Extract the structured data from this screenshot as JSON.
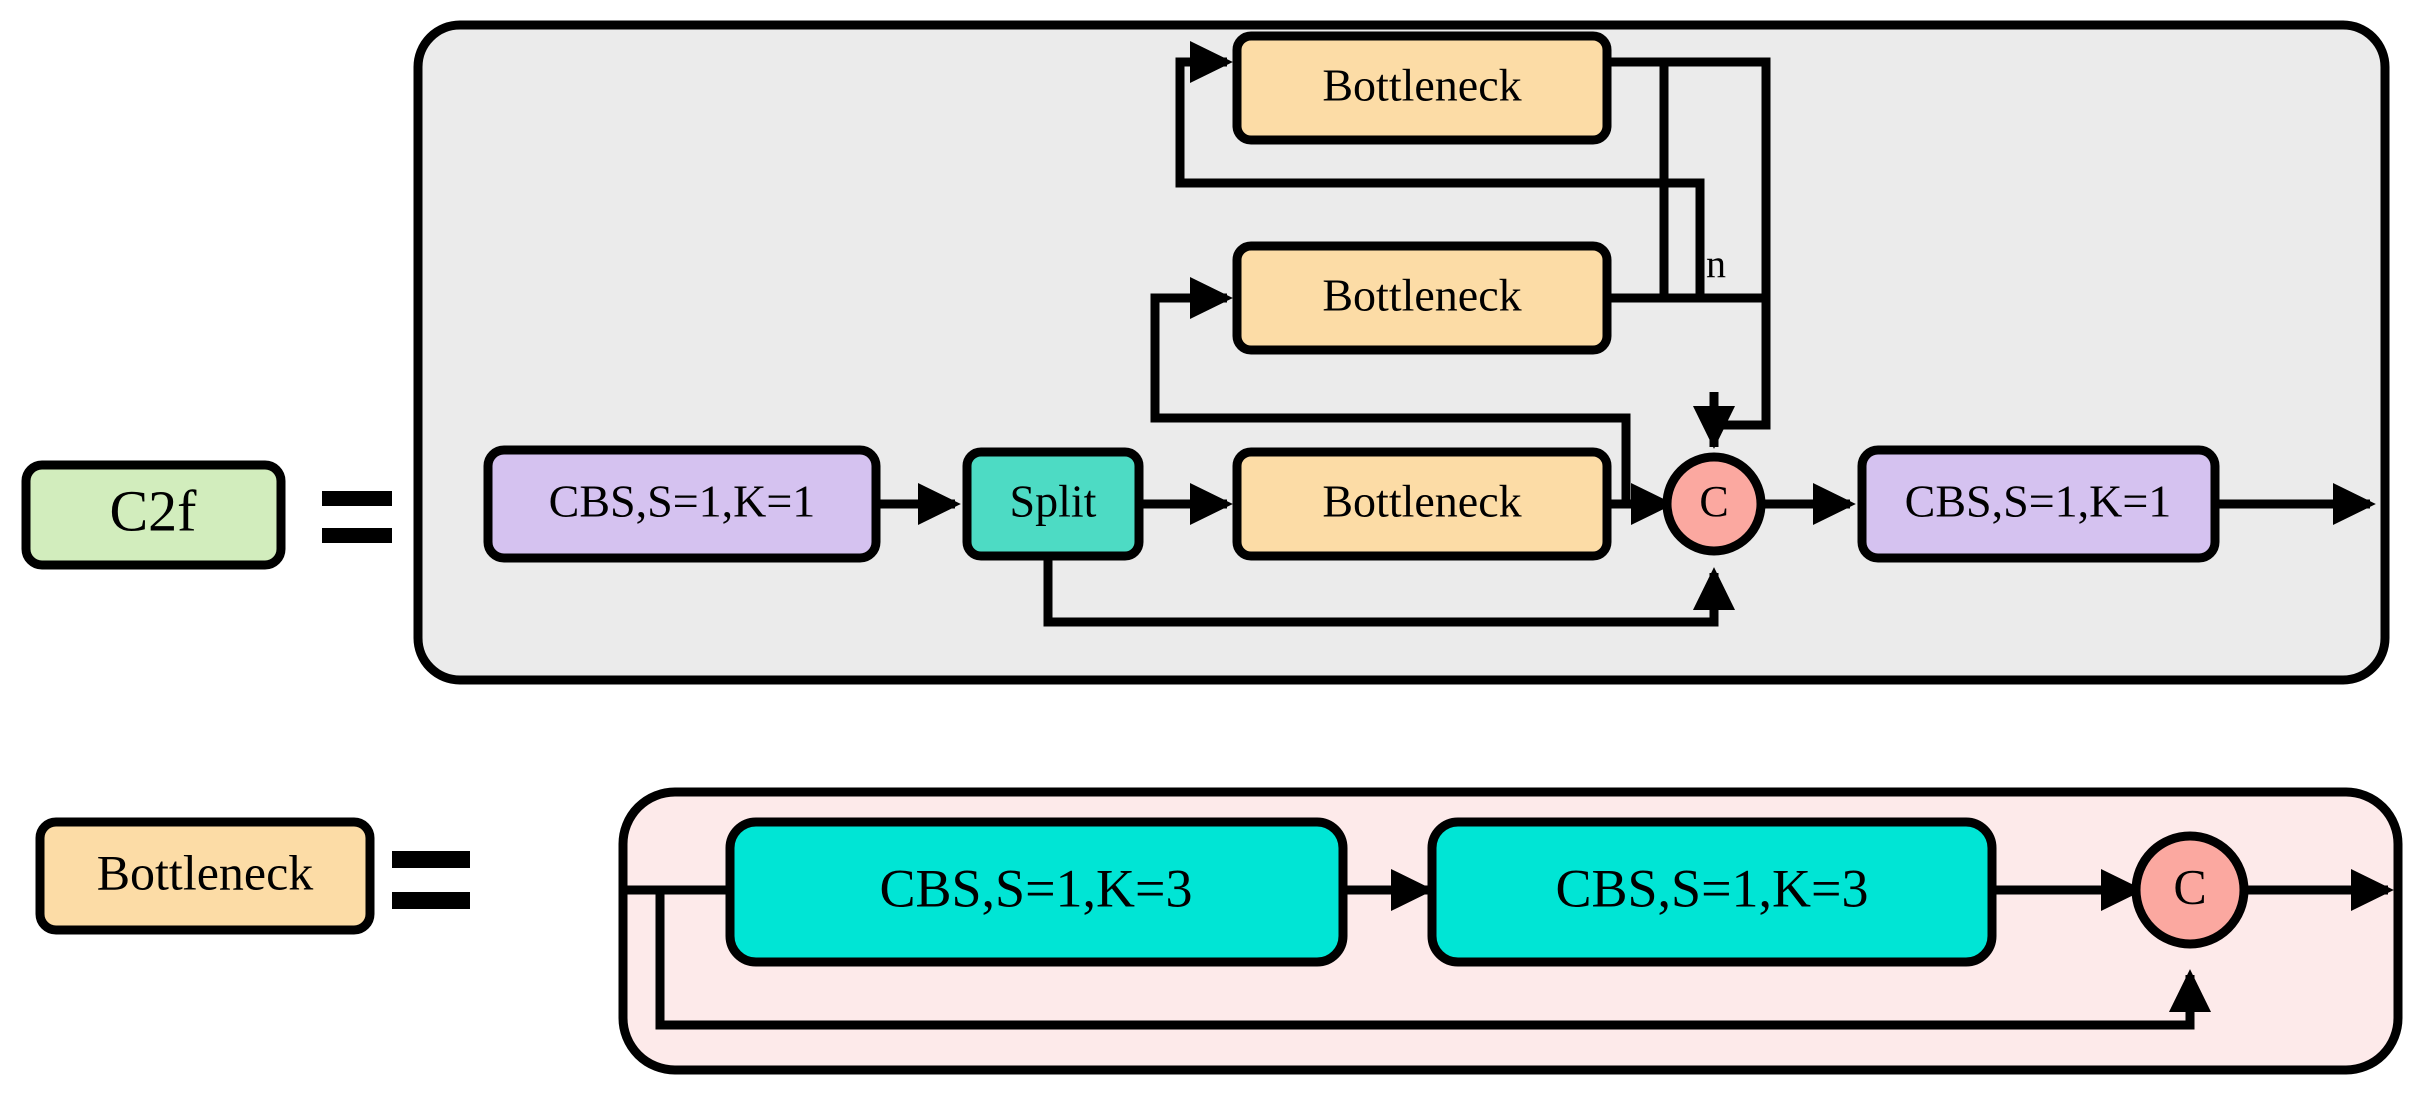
{
  "figure": {
    "title": "C2f and Bottleneck module structure",
    "type": "block-diagram"
  },
  "colors": {
    "panel_grey": "#ebebeb",
    "panel_pink": "#fdeaea",
    "green": "#d2edbd",
    "purple": "#d5c2f0",
    "teal": "#4ddbc4",
    "orange": "#fcdca6",
    "cyan": "#00e5d5",
    "salmon": "#fba8a0",
    "stroke": "#000000",
    "background": "#ffffff"
  },
  "rows": [
    {
      "id": "c2f-row",
      "left_tag": {
        "label": "C2f",
        "color_key": "green"
      },
      "equals": "=",
      "panel": {
        "color_key": "panel_grey",
        "nodes": [
          {
            "id": "cbs-in",
            "label": "CBS,S=1,K=1",
            "color_key": "purple"
          },
          {
            "id": "split",
            "label": "Split",
            "color_key": "teal"
          },
          {
            "id": "bneck-1",
            "label": "Bottleneck",
            "color_key": "orange"
          },
          {
            "id": "bneck-2",
            "label": "Bottleneck",
            "color_key": "orange"
          },
          {
            "id": "bneck-3",
            "label": "Bottleneck",
            "color_key": "orange"
          },
          {
            "id": "concat",
            "label": "C",
            "color_key": "salmon",
            "shape": "circle"
          },
          {
            "id": "cbs-out",
            "label": "CBS,S=1,K=1",
            "color_key": "purple"
          }
        ],
        "annotations": [
          {
            "id": "repeat-count",
            "label": "n"
          }
        ]
      }
    },
    {
      "id": "bottleneck-row",
      "left_tag": {
        "label": "Bottleneck",
        "color_key": "orange"
      },
      "equals": "=",
      "panel": {
        "color_key": "panel_pink",
        "nodes": [
          {
            "id": "cbs-a",
            "label": "CBS,S=1,K=3",
            "color_key": "cyan"
          },
          {
            "id": "cbs-b",
            "label": "CBS,S=1,K=3",
            "color_key": "cyan"
          },
          {
            "id": "add",
            "label": "C",
            "color_key": "salmon",
            "shape": "circle"
          }
        ],
        "annotations": []
      }
    }
  ],
  "icons": {
    "arrow": "arrowhead-right",
    "equals": "equals-sign"
  }
}
